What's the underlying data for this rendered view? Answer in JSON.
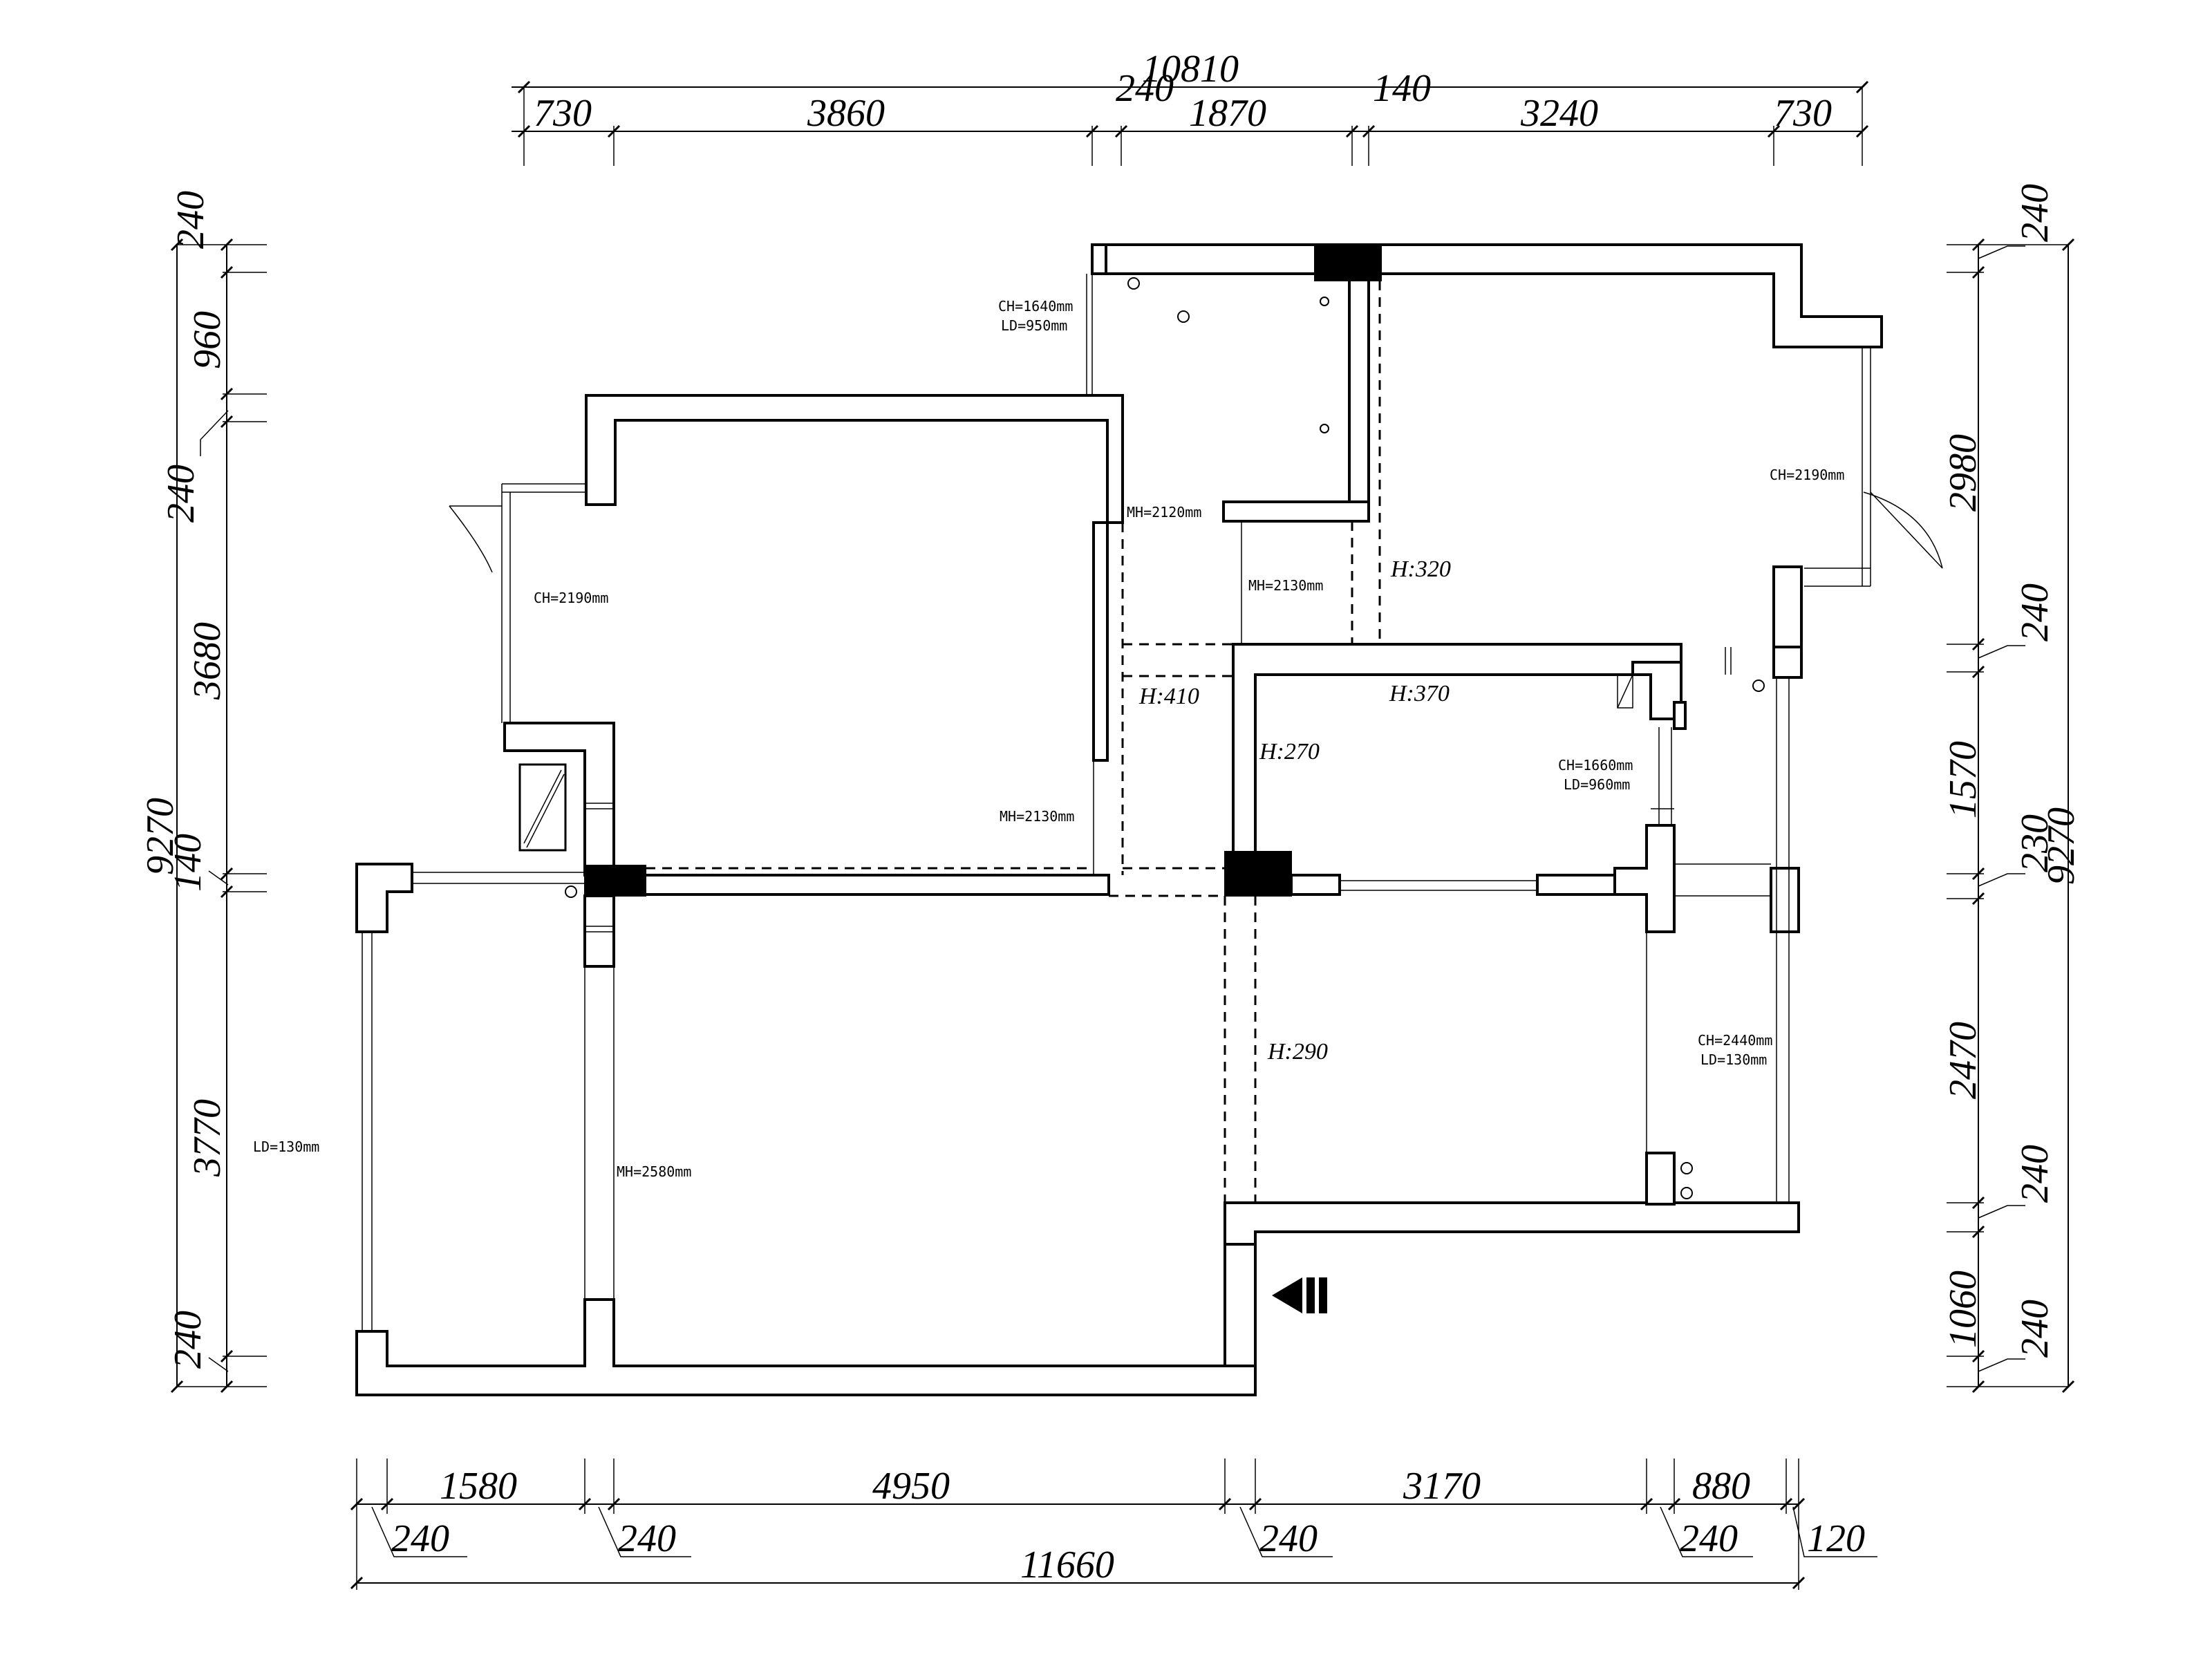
{
  "dims": {
    "top_total": "10810",
    "top": [
      "730",
      "3860",
      "240",
      "1870",
      "140",
      "3240",
      "730"
    ],
    "bottom_main": [
      "1580",
      "4950",
      "3170",
      "880"
    ],
    "bottom_walls": [
      "240",
      "240",
      "240",
      "240",
      "120"
    ],
    "bottom_total": "11660",
    "left": [
      "240",
      "960",
      "240",
      "3680",
      "140",
      "3770",
      "240"
    ],
    "left_total": "9270",
    "right": [
      "240",
      "2980",
      "240",
      "1570",
      "230",
      "2470",
      "240",
      "1060",
      "240"
    ],
    "right_total": "9270"
  },
  "notes": {
    "ch1640": "CH=1640mm",
    "ld950": "LD=950mm",
    "ch2190_left": "CH=2190mm",
    "ch2190_right": "CH=2190mm",
    "mh2120": "MH=2120mm",
    "mh2130_a": "MH=2130mm",
    "mh2130_b": "MH=2130mm",
    "ch1660": "CH=1660mm",
    "ld960": "LD=960mm",
    "ch2440": "CH=2440mm",
    "ld130_right": "LD=130mm",
    "ld130_left": "LD=130mm",
    "mh2580": "MH=2580mm",
    "h320": "H:320",
    "h410": "H:410",
    "h370": "H:370",
    "h270": "H:270",
    "h290": "H:290"
  }
}
